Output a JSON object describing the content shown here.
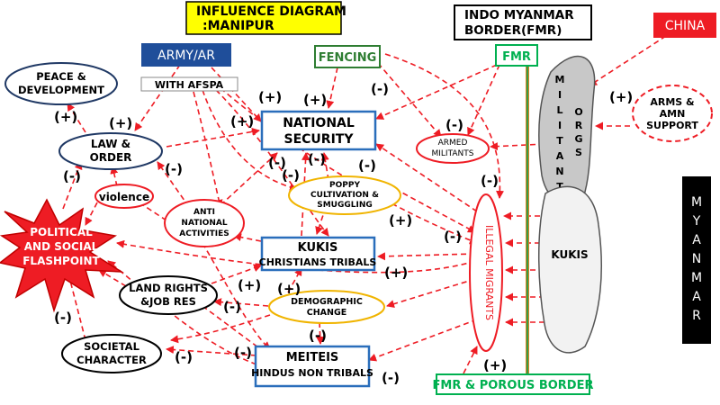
{
  "title": {
    "line1": "INFLUENCE DIAGRAM",
    "line2": ":MANIPUR"
  },
  "colors": {
    "title_fill": "#ffff00",
    "army_fill": "#1f4e9a",
    "arrow": "#ee1c24",
    "node_red": "#ee1c24",
    "node_navy": "#1f3864",
    "node_blue": "#2a6ebb",
    "node_yellow": "#f0b400",
    "node_green": "#2e7d32",
    "fmr_green": "#00b050",
    "china_fill": "#ee1c24",
    "myanmar_fill": "#000000",
    "militant_fill": "#c8c8c8",
    "kukis_region_fill": "#f2f2f2",
    "border_line": "#d98324",
    "border_line_inner": "#00a651",
    "flashpoint_fill": "#ee1c24"
  },
  "border": {
    "line1": "INDO MYANMAR",
    "line2": "BORDER(FMR)"
  },
  "china": "CHINA",
  "myanmar": [
    "M",
    "Y",
    "A",
    "N",
    "M",
    "A",
    "R"
  ],
  "militant_orgs": [
    "M",
    "I",
    "L",
    "I",
    "T",
    "A",
    "N",
    "T"
  ],
  "militant_orgs_2": [
    "O",
    "R",
    "G",
    "S"
  ],
  "nodes": {
    "army": "ARMY/AR",
    "with_afspa": "WITH AFSPA",
    "fencing": "FENCING",
    "fmr": "FMR",
    "peace": [
      "PEACE &",
      "DEVELOPMENT"
    ],
    "law": [
      "LAW &",
      "ORDER"
    ],
    "violence": "violence",
    "flashpoint": [
      "POLITICAL",
      "AND SOCIAL",
      "FLASHPOINT"
    ],
    "national_security": [
      "NATIONAL",
      "SECURITY"
    ],
    "armed_militants": [
      "ARMED",
      "MILITANTS"
    ],
    "poppy": [
      "POPPY",
      "CULTIVATION &",
      "SMUGGLING"
    ],
    "anti_national": [
      "ANTI",
      "NATIONAL",
      "ACTIVITIES"
    ],
    "kukis_box": [
      "KUKIS",
      "CHRISTIANS TRIBALS"
    ],
    "land_rights": [
      "LAND RIGHTS",
      "&JOB RES"
    ],
    "demographic": [
      "DEMOGRAPHIC",
      "CHANGE"
    ],
    "meiteis": [
      "MEITEIS",
      "HINDUS NON TRIBALS"
    ],
    "societal": [
      "SOCIETAL",
      "CHARACTER"
    ],
    "illegal_migrants": "ILLEGAL MIGRANTS",
    "kukis_region": "KUKIS",
    "arms": [
      "ARMS &",
      "AMN",
      "SUPPORT"
    ],
    "fmr_porous": "FMR & POROUS BORDER"
  },
  "signs": [
    "(+)",
    "(+)",
    "(+)",
    "(+)",
    "(+)",
    "(+)",
    "(+)",
    "(+)",
    "(+)",
    "(+)",
    "(+)",
    "(-)",
    "(-)",
    "(-)",
    "(-)",
    "(-)",
    "(-)",
    "(-)",
    "(-)",
    "(-)",
    "(-)",
    "(-)",
    "(-)",
    "(-)",
    "(-)",
    "(-)"
  ]
}
